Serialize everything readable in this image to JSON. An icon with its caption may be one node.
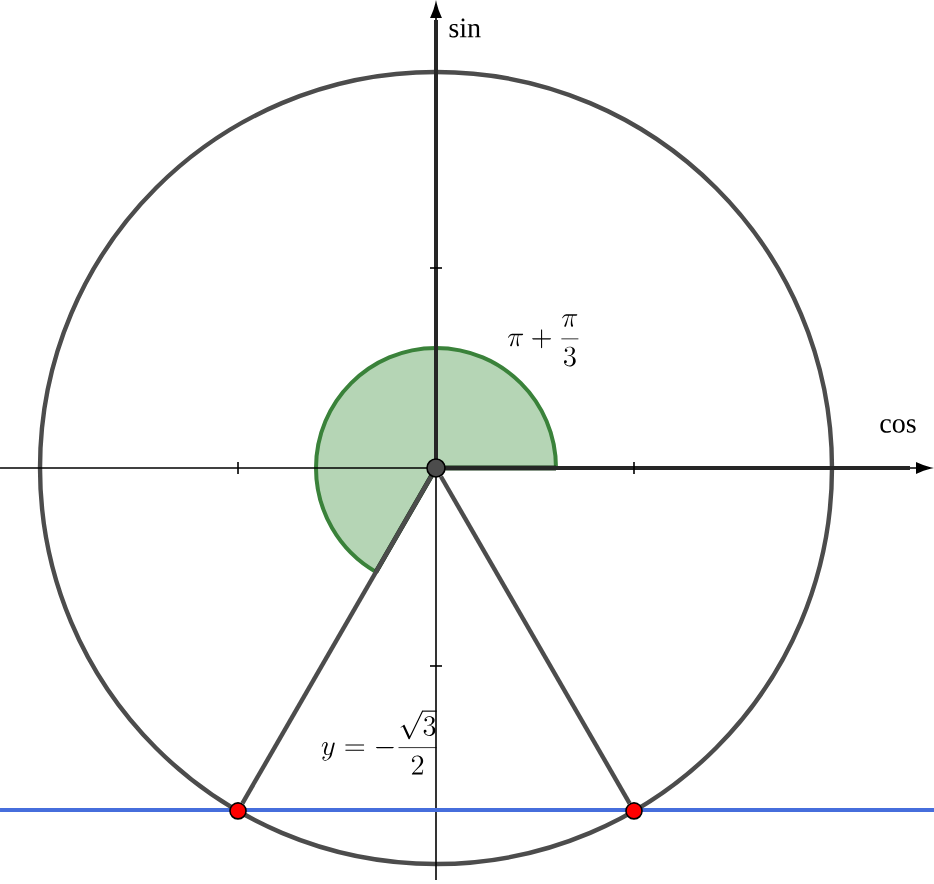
{
  "diagram": {
    "nodes": [
      {
        "text": [],
        "shape": "circle"
      },
      {
        "text": [],
        "shape": "circle"
      },
      {
        "text": [],
        "shape": "circle"
      }
    ],
    "edges": [
      {
        "from": 0,
        "to": 1,
        "arrow": "none"
      },
      {
        "from": 0,
        "to": 2,
        "arrow": "none"
      }
    ],
    "labels": [
      "sin",
      "cos",
      "\\pi+\\frac{\\pi}{3}",
      "y=-\\frac{\\sqrt{3}}{2}"
    ]
  }
}
